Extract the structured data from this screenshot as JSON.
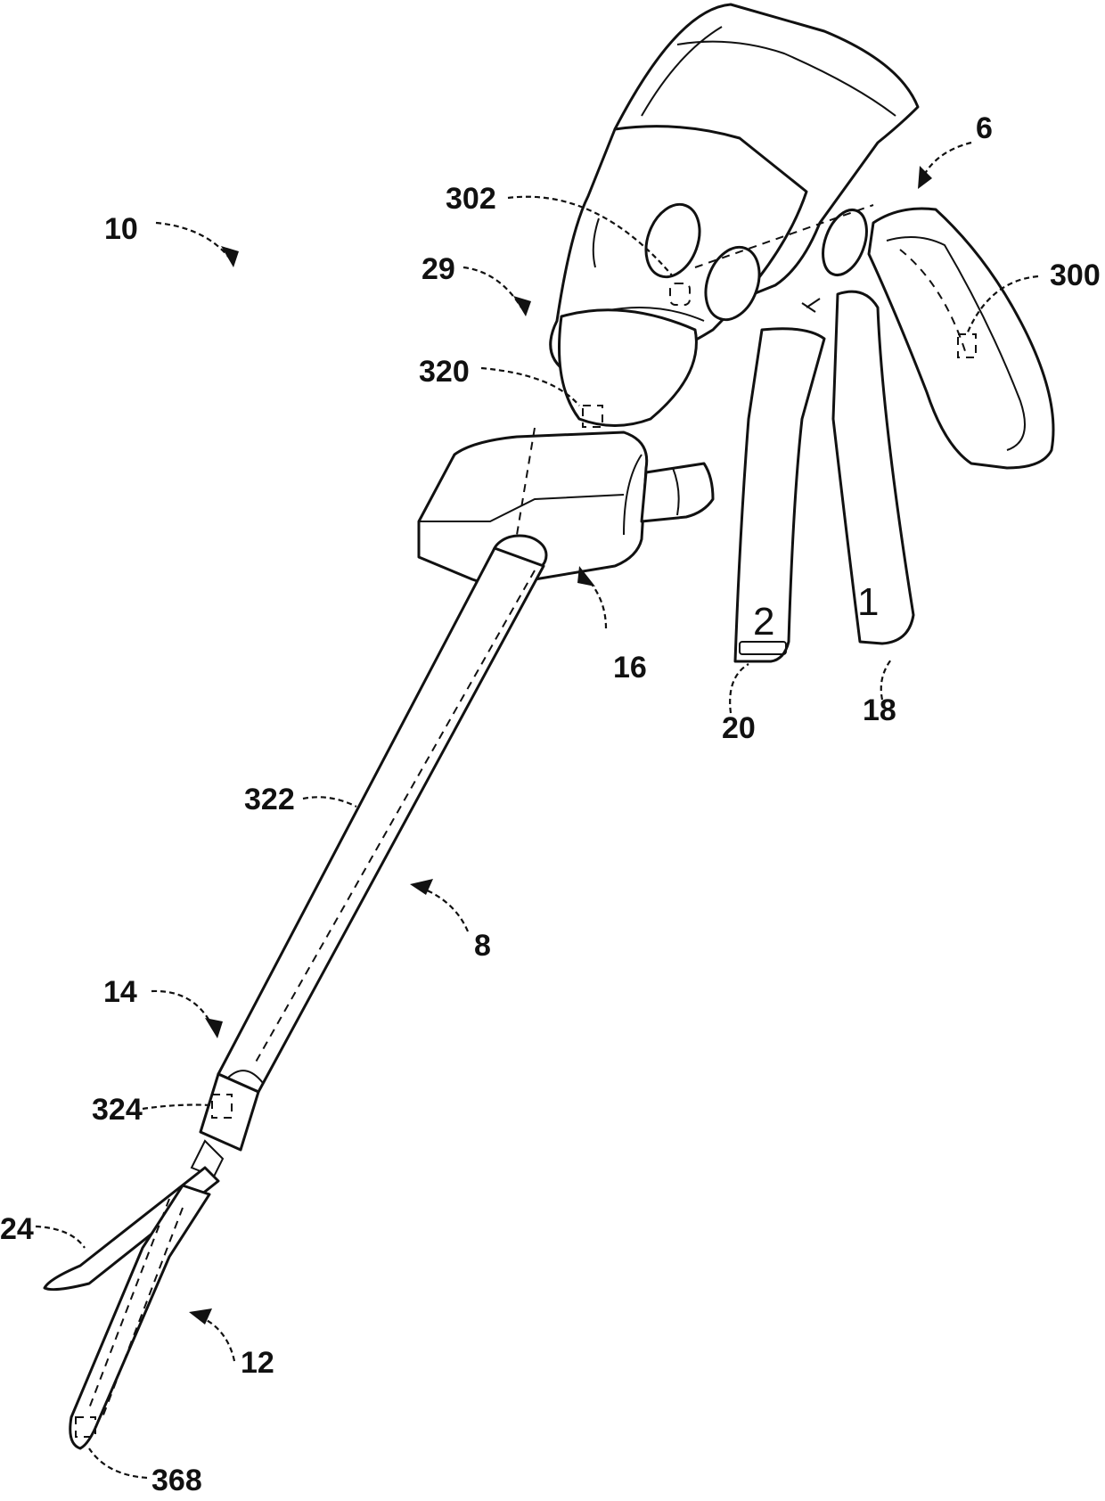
{
  "figure": {
    "reference_numerals": [
      {
        "id": "6",
        "text": "6"
      },
      {
        "id": "8",
        "text": "8"
      },
      {
        "id": "10",
        "text": "10"
      },
      {
        "id": "12",
        "text": "12"
      },
      {
        "id": "14",
        "text": "14"
      },
      {
        "id": "16",
        "text": "16"
      },
      {
        "id": "18",
        "text": "18"
      },
      {
        "id": "20",
        "text": "20"
      },
      {
        "id": "24",
        "text": "24"
      },
      {
        "id": "29",
        "text": "29"
      },
      {
        "id": "300",
        "text": "300"
      },
      {
        "id": "302",
        "text": "302"
      },
      {
        "id": "320",
        "text": "320"
      },
      {
        "id": "322",
        "text": "322"
      },
      {
        "id": "324",
        "text": "324"
      },
      {
        "id": "368",
        "text": "368"
      }
    ],
    "trigger_markings": {
      "closure_trigger": "2",
      "firing_trigger": "1"
    }
  }
}
